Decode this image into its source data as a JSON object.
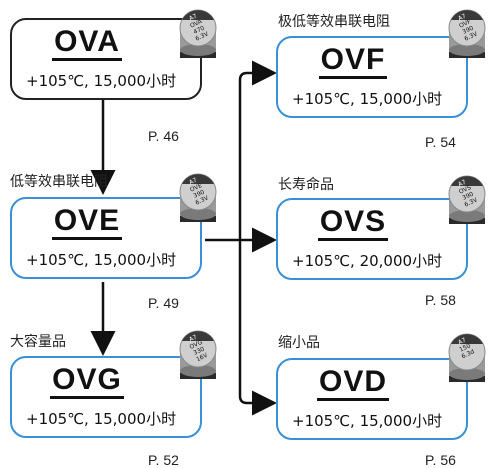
{
  "products": {
    "ova": {
      "series": "OVA",
      "spec": "+105℃, 15,000小时",
      "page": "P. 46",
      "note": "",
      "cap": [
        "A7",
        "OVA",
        "470",
        "6.3V"
      ]
    },
    "ove": {
      "series": "OVE",
      "spec": "+105℃, 15,000小时",
      "page": "P. 49",
      "note": "低等效串联电阻",
      "cap": [
        "A7",
        "OVE",
        "390",
        "6.3V"
      ]
    },
    "ovg": {
      "series": "OVG",
      "spec": "+105℃, 15,000小时",
      "page": "P. 52",
      "note": "大容量品",
      "cap": [
        "A7",
        "OVG",
        "330",
        "16V"
      ]
    },
    "ovf": {
      "series": "OVF",
      "spec": "+105℃, 15,000小时",
      "page": "P. 54",
      "note": "极低等效串联电阻",
      "cap": [
        "A7",
        "OVF",
        "390",
        "6.3V"
      ]
    },
    "ovs": {
      "series": "OVS",
      "spec": "+105℃, 20,000小时",
      "page": "P. 58",
      "note": "长寿命品",
      "cap": [
        "A7",
        "OVS",
        "390",
        "6.3V"
      ]
    },
    "ovd": {
      "series": "OVD",
      "spec": "+105℃, 15,000小时",
      "page": "P. 56",
      "note": "缩小品",
      "cap": [
        "A7",
        "150",
        "6.3d"
      ]
    }
  },
  "colors": {
    "box_border_black": "#222222",
    "box_border_blue": "#3a8fd6",
    "arrow": "#111111"
  }
}
